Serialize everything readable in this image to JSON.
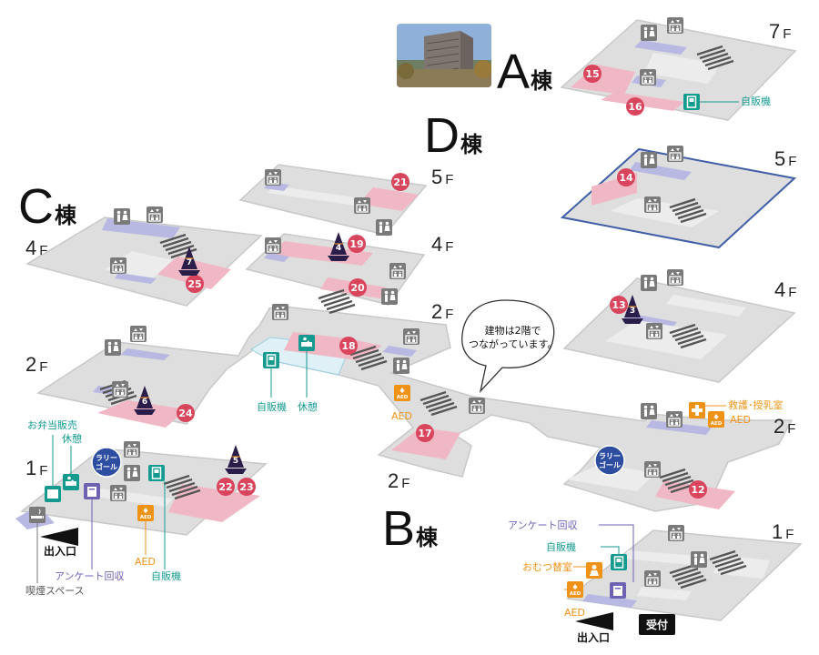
{
  "buildings": {
    "A": {
      "letter": "A",
      "suffix": "棟"
    },
    "B": {
      "letter": "B",
      "suffix": "棟"
    },
    "C": {
      "letter": "C",
      "suffix": "棟"
    },
    "D": {
      "letter": "D",
      "suffix": "棟"
    }
  },
  "floors": {
    "a7": {
      "num": "7",
      "f": "F"
    },
    "a5": {
      "num": "5",
      "f": "F"
    },
    "a4": {
      "num": "4",
      "f": "F"
    },
    "a2": {
      "num": "2",
      "f": "F"
    },
    "a1": {
      "num": "1",
      "f": "F"
    },
    "d5": {
      "num": "5",
      "f": "F"
    },
    "d4": {
      "num": "4",
      "f": "F"
    },
    "d2": {
      "num": "2",
      "f": "F"
    },
    "c4": {
      "num": "4",
      "f": "F"
    },
    "c2": {
      "num": "2",
      "f": "F"
    },
    "c1": {
      "num": "1",
      "f": "F"
    },
    "b2": {
      "num": "2",
      "f": "F"
    }
  },
  "rooms": [
    "15",
    "16",
    "14",
    "13",
    "12",
    "17",
    "18",
    "19",
    "20",
    "21",
    "24",
    "25",
    "22",
    "23"
  ],
  "ships": [
    "7",
    "6",
    "5",
    "4",
    "3"
  ],
  "rally": "ラリーゴール",
  "rally_line1": "ラリー",
  "rally_line2": "ゴール",
  "labels": {
    "vending": "自販機",
    "rest": "休憩",
    "bento": "お弁当販売",
    "aed": "AED",
    "survey": "アンケート回収",
    "smoking": "喫煙スペース",
    "diaper": "おむつ替室",
    "firstaid": "救護･授乳室",
    "exit": "出入口",
    "reception": "受付"
  },
  "bubble": {
    "line1": "建物は2階で",
    "line2": "つながっています。"
  },
  "icons": {
    "restroom": "restroom-icon",
    "elevator": "elevator-icon",
    "stairs": "stairs-icon",
    "vending": "vending-machine-icon",
    "rest": "bench-icon",
    "aed": "aed-icon",
    "firstaid": "first-aid-icon",
    "survey": "survey-box-icon",
    "diaper": "baby-icon",
    "bento": "bento-icon",
    "smoking": "smoking-icon"
  },
  "colors": {
    "floor": "#dedede",
    "room": "#f0b8c4",
    "room_badge": "#d8455d",
    "elevator_zone": "#b7b9e2",
    "accent_teal": "#159a8f",
    "accent_orange": "#ef9318",
    "accent_purple": "#6e63b3",
    "rally": "#2d4da0",
    "ship": "#2a1d4a"
  }
}
